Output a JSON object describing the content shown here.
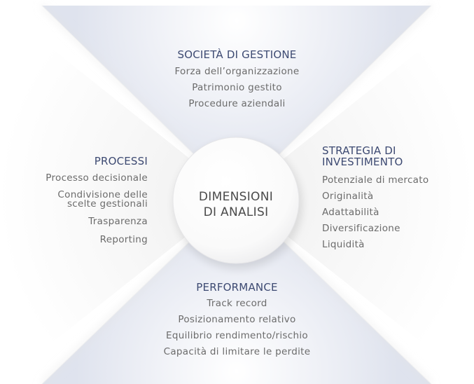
{
  "center": {
    "line1": "DIMENSIONI",
    "line2": "DI ANALISI"
  },
  "top": {
    "title": "SOCIETÀ DI GESTIONE",
    "items": [
      "Forza dell’organizzazione",
      "Patrimonio gestito",
      "Procedure aziendali"
    ]
  },
  "left": {
    "title": "PROCESSI",
    "items": [
      "Processo decisionale",
      "Condivisione delle",
      "scelte gestionali",
      "Trasparenza",
      "Reporting"
    ]
  },
  "right": {
    "title_line1": "STRATEGIA DI",
    "title_line2": "INVESTIMENTO",
    "items": [
      "Potenziale di mercato",
      "Originalità",
      "Adattabilità",
      "Diversificazione",
      "Liquidità"
    ]
  },
  "bottom": {
    "title": "PERFORMANCE",
    "items": [
      "Track record",
      "Posizionamento relativo",
      "Equilibrio rendimento/rischio",
      "Capacità di limitare le perdite"
    ]
  },
  "colors": {
    "title": "#3d4a72",
    "text": "#6b6b6b",
    "shade": "#e6e9f1"
  }
}
